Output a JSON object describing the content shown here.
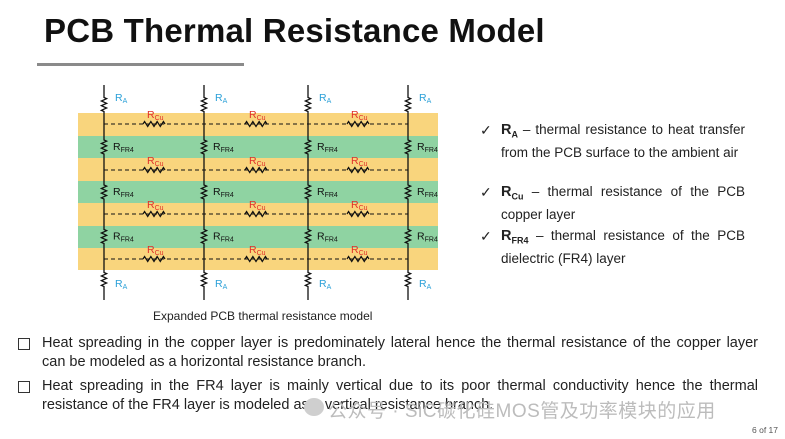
{
  "title": "PCB Thermal Resistance Model",
  "labels": {
    "ra_main": "R",
    "ra_sub": "A",
    "rcu_main": "R",
    "rcu_sub": "Cu",
    "rfr4_main": "R",
    "rfr4_sub": "FR4"
  },
  "caption": "Expanded PCB thermal resistance model",
  "legend": [
    {
      "sym": "R",
      "sub": "A",
      "text": " – thermal resistance to heat transfer from the PCB surface to the ambient air"
    },
    {
      "sym": "R",
      "sub": "Cu",
      "text": " – thermal resistance of the PCB copper layer"
    },
    {
      "sym": "R",
      "sub": "FR4",
      "text": " – thermal resistance of the PCB dielectric (FR4) layer"
    }
  ],
  "check_glyph": "✓",
  "bullets": [
    "Heat spreading in the copper layer is predominately lateral hence the thermal resistance of the copper layer can be modeled as a horizontal resistance branch.",
    "Heat spreading in the FR4 layer is mainly vertical due to its poor thermal conductivity hence the thermal resistance of the FR4 layer is modeled as a vertical resistance branch."
  ],
  "watermark": "公众号 · SiC碳化硅MOS管及功率模块的应用",
  "page": "6 of 17",
  "colors": {
    "copper_band": "#f9d57d",
    "fr4_band": "#8fd3a2",
    "ra_label": "#2aa0d8",
    "rcu_label": "#e0302a",
    "wire": "#111111"
  }
}
